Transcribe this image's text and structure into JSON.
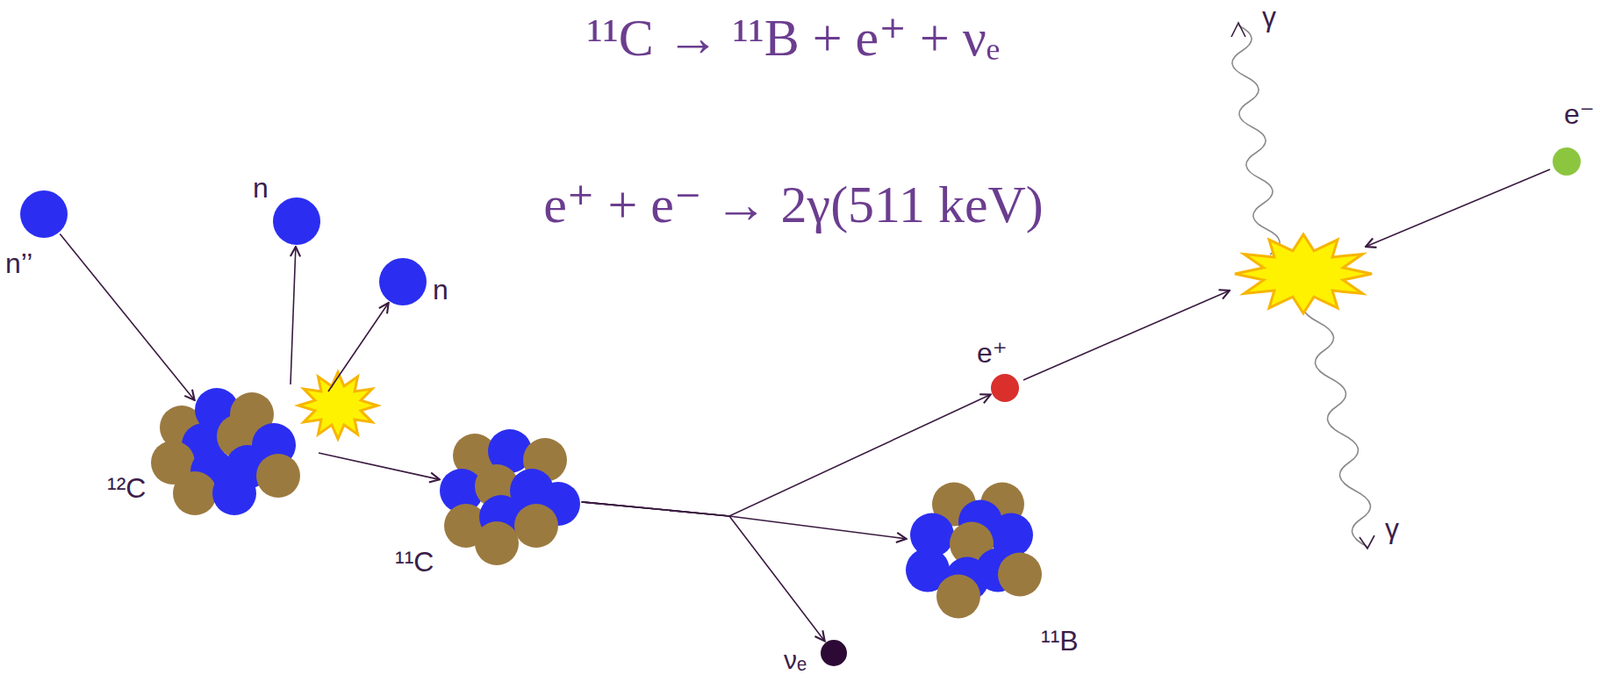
{
  "diagram": {
    "nodes": [
      {
        "text": [
          "n’’"
        ]
      },
      {
        "text": [
          "n"
        ]
      },
      {
        "text": [
          "n"
        ]
      },
      {
        "text": [
          "¹²C"
        ]
      },
      {
        "text": [
          "¹¹C"
        ]
      },
      {
        "text": [
          "e⁺"
        ]
      },
      {
        "text": [
          "¹¹B"
        ]
      },
      {
        "text": [
          "νₑ"
        ]
      },
      {
        "text": [
          "e⁻"
        ]
      }
    ],
    "edges": [
      {
        "from": 0,
        "to": 3,
        "arrow": "to"
      },
      {
        "from": 3,
        "to": 1,
        "arrow": "to"
      },
      {
        "from": 3,
        "to": 2,
        "arrow": "to"
      },
      {
        "from": 3,
        "to": 4,
        "arrow": "to"
      },
      {
        "from": 4,
        "to": 5,
        "arrow": "to"
      },
      {
        "from": 4,
        "to": 6,
        "arrow": "to"
      },
      {
        "from": 4,
        "to": 7,
        "arrow": "to"
      }
    ],
    "labels": [
      "¹¹C → ¹¹B + e⁺ + νₑ",
      "e⁺ + e⁻ → 2γ(511 keV)",
      "γ",
      "γ"
    ]
  }
}
